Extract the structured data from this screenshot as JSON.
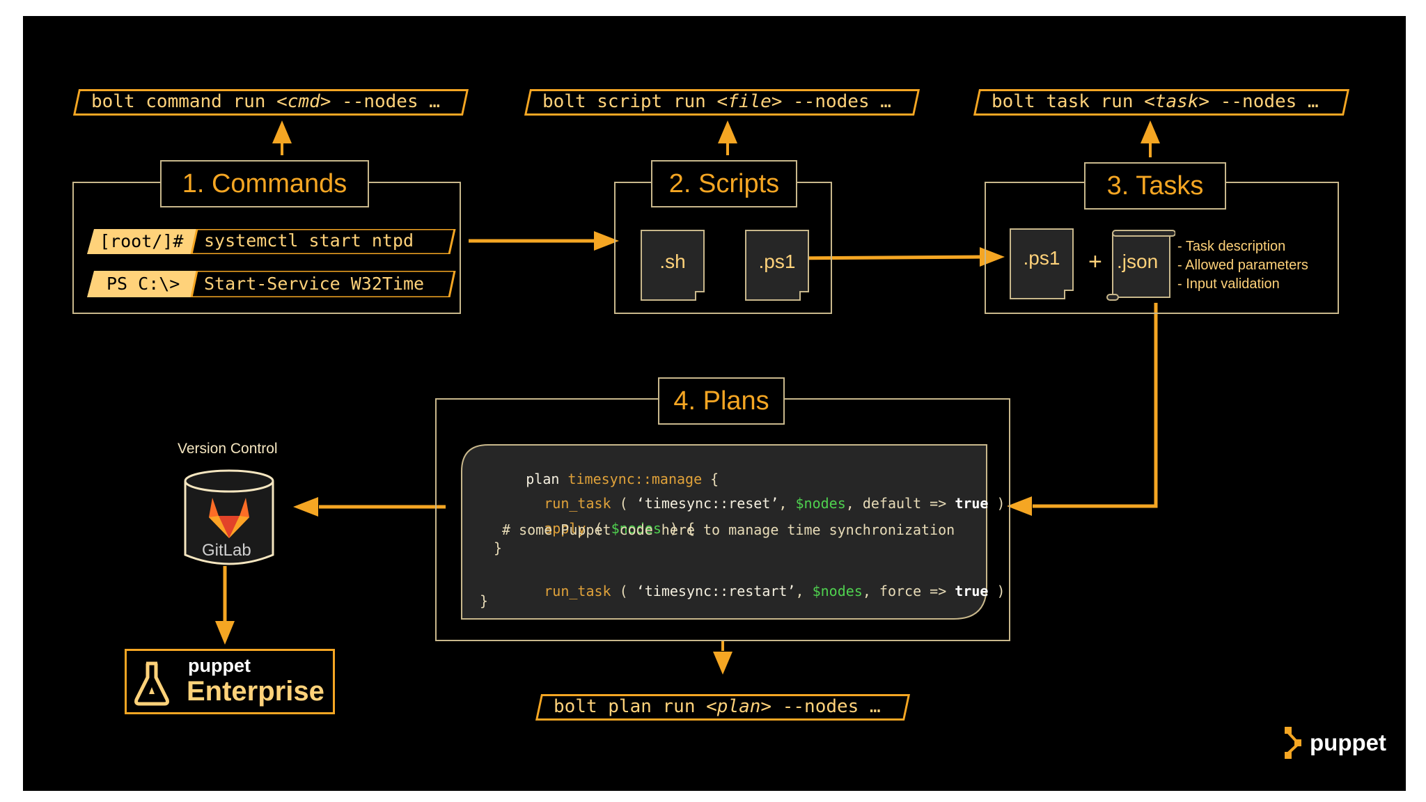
{
  "banners": {
    "command": {
      "prefix": "bolt command run ",
      "arg": "<cmd>",
      "suffix": " --nodes …"
    },
    "script": {
      "prefix": "bolt script run ",
      "arg": "<file>",
      "suffix": " --nodes …"
    },
    "task": {
      "prefix": "bolt task run ",
      "arg": "<task>",
      "suffix": " --nodes …"
    },
    "plan": {
      "prefix": "bolt plan run ",
      "arg": "<plan>",
      "suffix": " --nodes …"
    }
  },
  "commands": {
    "title": "1. Commands",
    "rows": [
      {
        "prompt": "[root/]#",
        "command": "systemctl start ntpd"
      },
      {
        "prompt": "PS C:\\>",
        "command": "Start-Service W32Time"
      }
    ]
  },
  "scripts": {
    "title": "2. Scripts",
    "files": [
      ".sh",
      ".ps1"
    ]
  },
  "tasks": {
    "title": "3. Tasks",
    "file": ".ps1",
    "plus": "+",
    "metadata": ".json",
    "features": [
      "- Task description",
      "- Allowed parameters",
      "- Input validation"
    ]
  },
  "plans": {
    "title": "4. Plans",
    "code": {
      "line1": {
        "kw": "plan",
        "name": "timesync::manage",
        "brace": "{"
      },
      "line2": {
        "fn": "run_task",
        "open": "( ",
        "str": "‘timesync::reset’",
        "comma": ", ",
        "var": "$nodes",
        "rest": ", default => ",
        "bool": "true",
        "close": " )"
      },
      "line3": {
        "fn": "apply",
        "open": "( ",
        "var": "$nodes",
        "close": " ) {"
      },
      "line4": "# some Puppet code here to manage time synchronization",
      "line5": "}",
      "line6": {
        "fn": "run_task",
        "open": "( ",
        "str": "‘timesync::restart’",
        "comma": ", ",
        "var": "$nodes",
        "rest": ", force => ",
        "bool": "true",
        "close": " )"
      },
      "line7": "}"
    }
  },
  "version_control": {
    "label": "Version Control",
    "product": "GitLab"
  },
  "enterprise": {
    "brand": "puppet",
    "product": "Enterprise"
  },
  "logo": {
    "text": "puppet"
  },
  "colors": {
    "accent": "#f5a623",
    "border": "#c9b88c",
    "background": "#000000",
    "code_var": "#4fd14f"
  }
}
